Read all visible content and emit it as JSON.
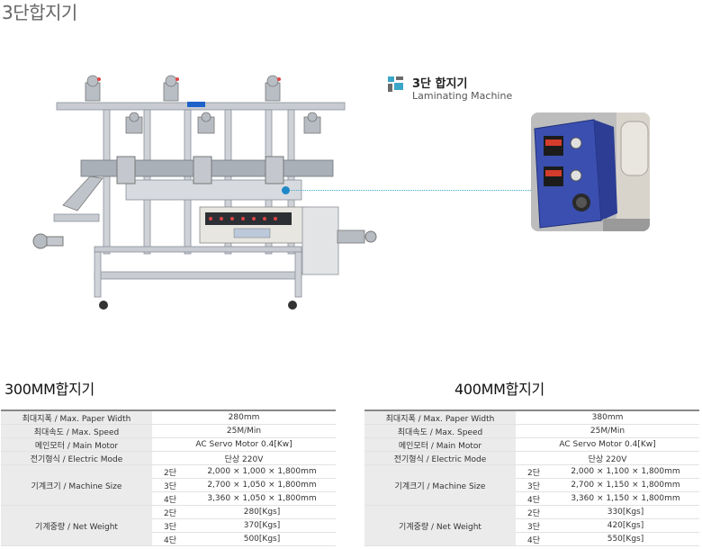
{
  "page_title": "3단합지기",
  "brand": {
    "korean": "3단 합지기",
    "english": "Laminating Machine"
  },
  "colors": {
    "accent": "#1e88c9",
    "label_bg": "#ebebeb",
    "panel_blue": "#3a4fb0"
  },
  "icons": [
    "brand-logo-icon",
    "machine-photo",
    "control-panel-photo"
  ],
  "tables": [
    {
      "title": "300MM합지기",
      "rows": {
        "max_width": {
          "label": "최대지폭 / Max. Paper Width",
          "value": "280mm"
        },
        "max_speed": {
          "label": "최대속도 / Max. Speed",
          "value": "25M/Min"
        },
        "main_motor": {
          "label": "메인모터 / Main Motor",
          "value": "AC Servo Motor 0.4[Kw]"
        },
        "electric": {
          "label": "전기형식 / Electric Mode",
          "value": "단상 220V"
        },
        "size": {
          "label": "기계크기 / Machine Size",
          "tiers": [
            {
              "tier": "2단",
              "value": "2,000 × 1,000 × 1,800mm"
            },
            {
              "tier": "3단",
              "value": "2,700 × 1,050 × 1,800mm"
            },
            {
              "tier": "4단",
              "value": "3,360 × 1,050 × 1,800mm"
            }
          ]
        },
        "weight": {
          "label": "기계중량 / Net Weight",
          "tiers": [
            {
              "tier": "2단",
              "value": "280[Kgs]"
            },
            {
              "tier": "3단",
              "value": "370[Kgs]"
            },
            {
              "tier": "4단",
              "value": "500[Kgs]"
            }
          ]
        }
      }
    },
    {
      "title": "400MM합지기",
      "rows": {
        "max_width": {
          "label": "최대지폭 / Max. Paper Width",
          "value": "380mm"
        },
        "max_speed": {
          "label": "최대속도 / Max. Speed",
          "value": "25M/Min"
        },
        "main_motor": {
          "label": "메인모터 / Main Motor",
          "value": "AC Servo Motor 0.4[Kw]"
        },
        "electric": {
          "label": "전기형식 / Electric Mode",
          "value": "단상 220V"
        },
        "size": {
          "label": "기계크기 / Machine Size",
          "tiers": [
            {
              "tier": "2단",
              "value": "2,000 × 1,100 × 1,800mm"
            },
            {
              "tier": "3단",
              "value": "2,700 × 1,150 × 1,800mm"
            },
            {
              "tier": "4단",
              "value": "3,360 × 1,150 × 1,800mm"
            }
          ]
        },
        "weight": {
          "label": "기계중량 / Net Weight",
          "tiers": [
            {
              "tier": "2단",
              "value": "330[Kgs]"
            },
            {
              "tier": "3단",
              "value": "420[Kgs]"
            },
            {
              "tier": "4단",
              "value": "550[Kgs]"
            }
          ]
        }
      }
    }
  ]
}
